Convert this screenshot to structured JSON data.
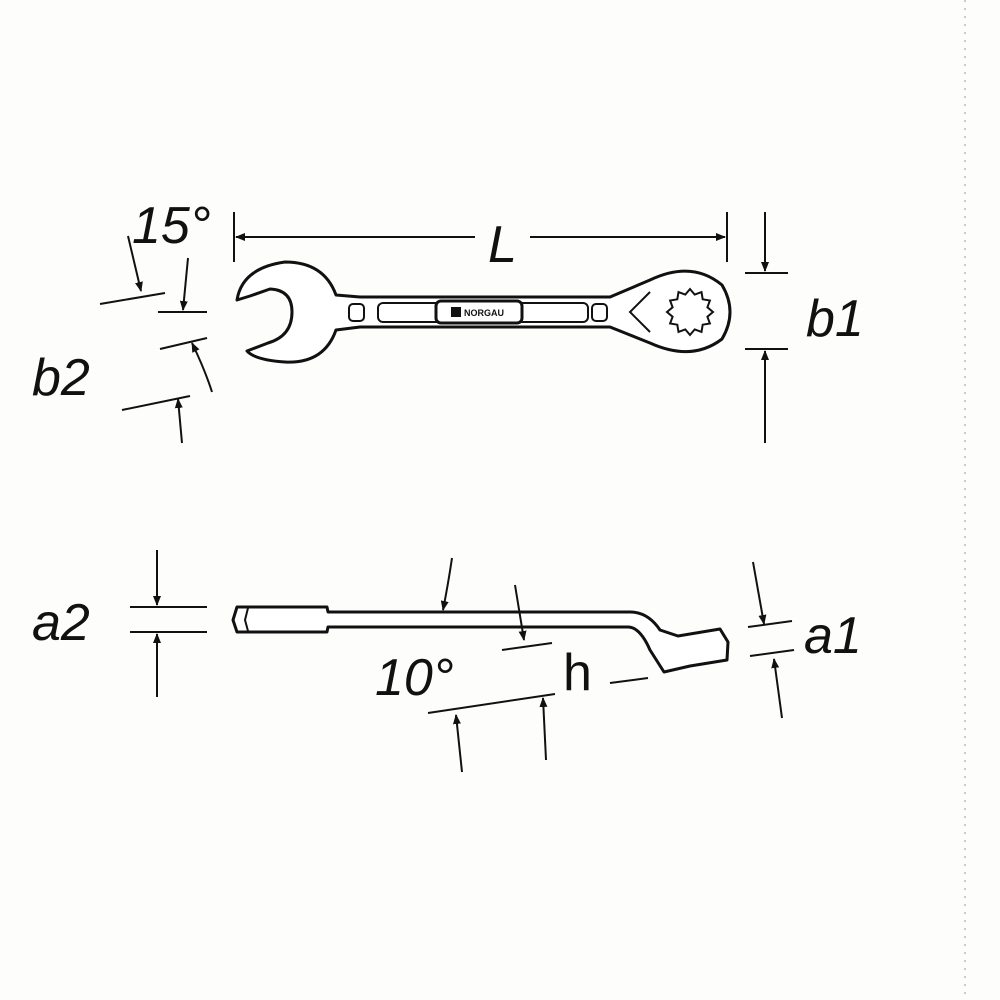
{
  "diagram": {
    "brand": "NORGAU",
    "labels": {
      "length": "L",
      "angle_top": "15°",
      "b1": "b1",
      "b2": "b2",
      "a1": "a1",
      "a2": "a2",
      "angle_side": "10°",
      "h": "h"
    },
    "colors": {
      "line": "#111111",
      "background": "#fdfdfb"
    }
  }
}
